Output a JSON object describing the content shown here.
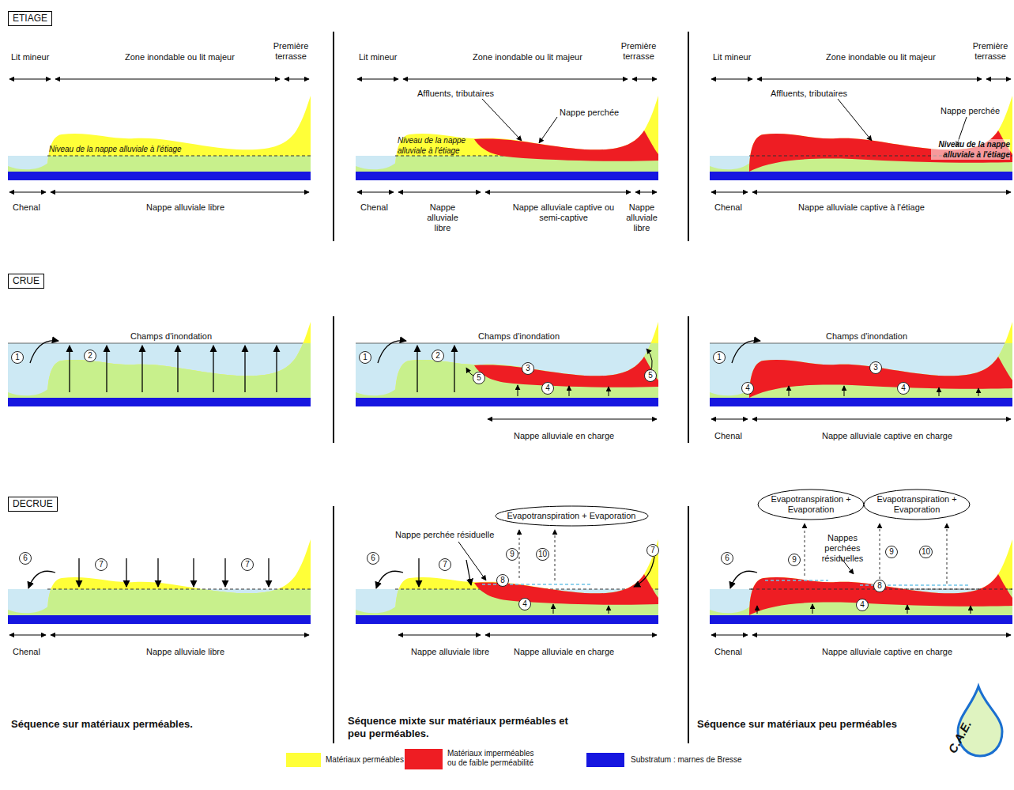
{
  "diagram": {
    "nodes": [
      {
        "text": [
          "ETIAGE"
        ]
      },
      {
        "text": [
          "CRUE"
        ]
      },
      {
        "text": [
          "DECRUE"
        ]
      },
      {
        "text": [
          "Evapotranspiration + Evaporation"
        ]
      },
      {
        "text": [
          "Evapotranspiration + Evaporation"
        ]
      },
      {
        "text": [
          "Evapotranspiration + Evaporation"
        ]
      }
    ],
    "labels": [
      "Lit mineur",
      "Zone inondable ou lit majeur",
      "Première terrasse",
      "Niveau de la nappe alluviale à l'étiage",
      "Chenal",
      "Nappe alluviale libre",
      "Lit mineur",
      "Zone inondable ou lit majeur",
      "Première terrasse",
      "Affluents, tributaires",
      "Nappe perchée",
      "Niveau de la nappe alluviale à l'étiage",
      "Chenal",
      "Nappe alluviale libre",
      "Nappe alluviale captive ou semi-captive",
      "Nappe alluviale libre",
      "Lit mineur",
      "Zone inondable ou lit majeur",
      "Première terrasse",
      "Affluents, tributaires",
      "Nappe perchée",
      "Niveau de la nappe alluviale à l'étiage",
      "Chenal",
      "Nappe alluviale captive à l'étiage",
      "Champs d'inondation",
      "1",
      "2",
      "Champs d'inondation",
      "1",
      "2",
      "3",
      "5",
      "5",
      "4",
      "Nappe alluviale en charge",
      "Champs d'inondation",
      "1",
      "3",
      "4",
      "4",
      "Chenal",
      "Nappe alluviale captive en charge",
      "6",
      "7",
      "7",
      "Chenal",
      "Nappe alluviale libre",
      "Nappe perchée résiduelle",
      "6",
      "7",
      "7",
      "8",
      "9",
      "10",
      "4",
      "Nappe alluviale libre",
      "Nappe alluviale en charge",
      "Nappes perchées résiduelles",
      "6",
      "9",
      "9",
      "10",
      "8",
      "4",
      "Chenal",
      "Nappe alluviale captive en charge",
      "Séquence sur matériaux perméables.",
      "Séquence mixte sur matériaux perméables et peu perméables.",
      "Séquence sur matériaux peu perméables",
      "C.A.E."
    ],
    "legend": [
      {
        "text": "Matériaux perméables",
        "color": "#FFFF38"
      },
      {
        "text": "Matériaux imperméables ou de faible perméabilité",
        "color": "#EE1D23"
      },
      {
        "text": "Substratum : marnes de Bresse",
        "color": "#1616E0"
      }
    ]
  }
}
